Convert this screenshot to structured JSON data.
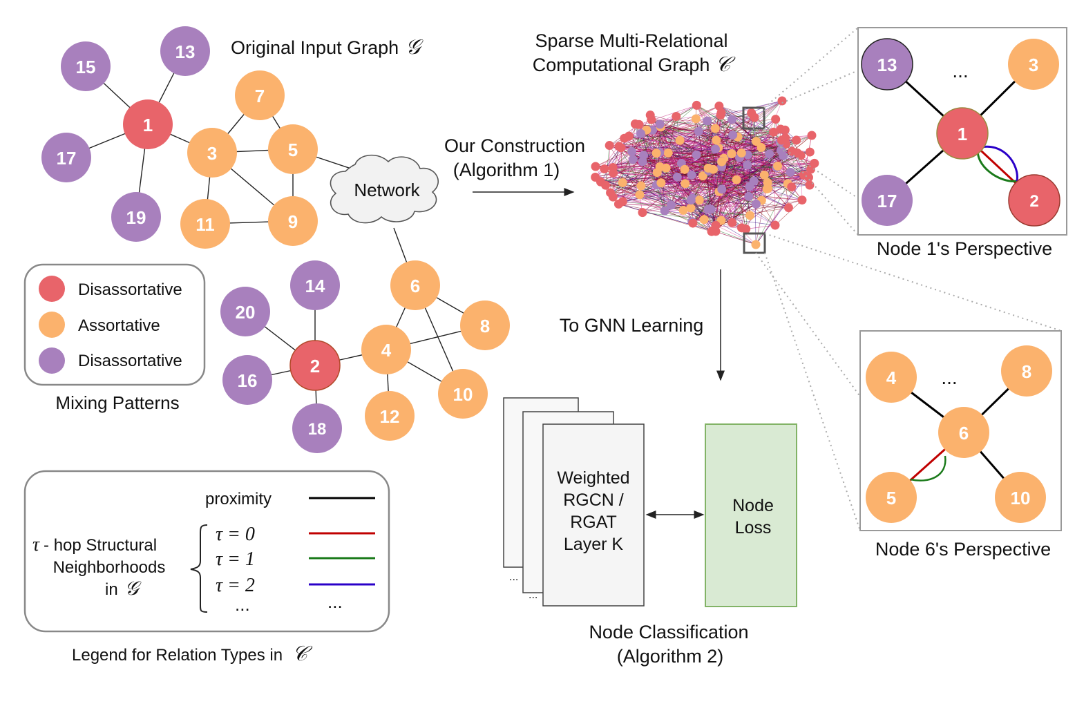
{
  "colors": {
    "disassortative_red": "#e8646a",
    "assortative_orange": "#fbb26d",
    "disassortative_purple": "#a880bd",
    "proximity": "#000000",
    "tau0": "#c00000",
    "tau1": "#1a7a1a",
    "tau2": "#2a00c8",
    "loss_fill": "#d9ead3",
    "loss_stroke": "#82b366"
  },
  "titles": {
    "original_graph": "Original Input Graph",
    "original_graph_symbol": "𝒢",
    "sparse_line1": "Sparse Multi-Relational",
    "sparse_line2": "Computational Graph",
    "sparse_symbol": "𝒞",
    "construction_line1": "Our Construction",
    "construction_line2": "(Algorithm 1)",
    "to_gnn": "To GNN Learning",
    "node1_perspective": "Node 1's Perspective",
    "node6_perspective": "Node 6's Perspective",
    "classification_line1": "Node Classification",
    "classification_line2": "(Algorithm 2)",
    "network": "Network"
  },
  "mixing_legend": {
    "title": "Mixing Patterns",
    "items": [
      {
        "label": "Disassortative",
        "color": "#e8646a"
      },
      {
        "label": "Assortative",
        "color": "#fbb26d"
      },
      {
        "label": "Disassortative",
        "color": "#a880bd"
      }
    ]
  },
  "relation_legend": {
    "title": "Legend for Relation Types in",
    "title_symbol": "𝒞",
    "proximity": "proximity",
    "tau_text_line1": "- hop Structural",
    "tau_symbol": "τ",
    "tau_text_line2": "Neighborhoods",
    "tau_text_line3": "in",
    "tau_text_line3_symbol": "𝒢",
    "rows": [
      {
        "label": "τ = 0",
        "color": "#c00000"
      },
      {
        "label": "τ = 1",
        "color": "#1a7a1a"
      },
      {
        "label": "τ = 2",
        "color": "#2a00c8"
      }
    ],
    "ellipsis_left": "...",
    "ellipsis_right": "..."
  },
  "gnn": {
    "layer_line1": "Weighted",
    "layer_line2": "RGCN /",
    "layer_line3": "RGAT",
    "layer_line4": "Layer K",
    "loss_line1": "Node",
    "loss_line2": "Loss",
    "stack_dots1": "...",
    "stack_dots2": "..."
  },
  "graph_nodes": [
    {
      "id": "1",
      "type": "red"
    },
    {
      "id": "13",
      "type": "purple"
    },
    {
      "id": "15",
      "type": "purple"
    },
    {
      "id": "17",
      "type": "purple"
    },
    {
      "id": "19",
      "type": "purple"
    },
    {
      "id": "3",
      "type": "orange"
    },
    {
      "id": "5",
      "type": "orange"
    },
    {
      "id": "7",
      "type": "orange"
    },
    {
      "id": "9",
      "type": "orange"
    },
    {
      "id": "11",
      "type": "orange"
    },
    {
      "id": "6",
      "type": "orange"
    },
    {
      "id": "4",
      "type": "orange"
    },
    {
      "id": "8",
      "type": "orange"
    },
    {
      "id": "10",
      "type": "orange"
    },
    {
      "id": "12",
      "type": "orange"
    },
    {
      "id": "2",
      "type": "red"
    },
    {
      "id": "14",
      "type": "purple"
    },
    {
      "id": "16",
      "type": "purple"
    },
    {
      "id": "18",
      "type": "purple"
    },
    {
      "id": "20",
      "type": "purple"
    }
  ],
  "node1_view": {
    "nodes": [
      "13",
      "3",
      "1",
      "17",
      "2"
    ],
    "ellipsis": "..."
  },
  "node6_view": {
    "nodes": [
      "4",
      "8",
      "6",
      "5",
      "10"
    ],
    "ellipsis": "..."
  }
}
